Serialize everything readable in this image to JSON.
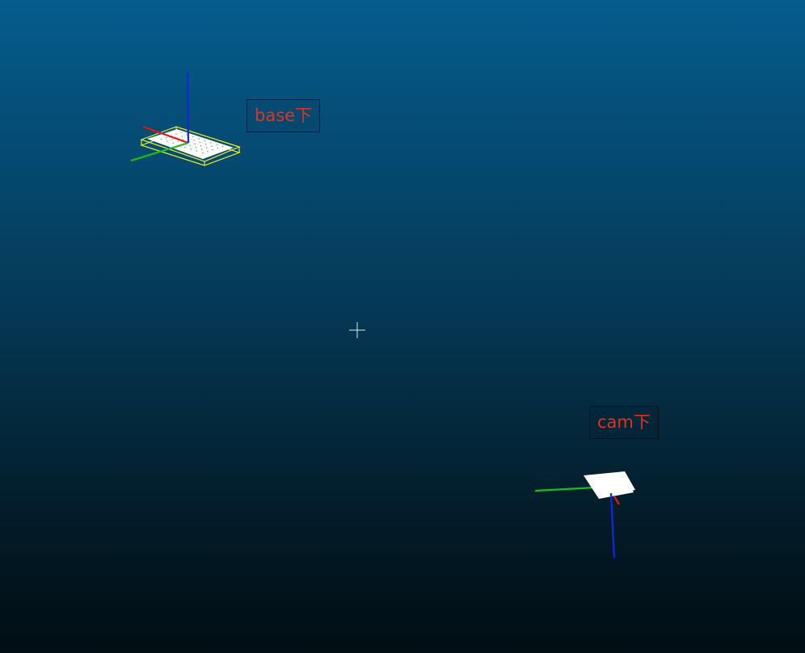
{
  "viewer": {
    "background_top": "#055c8d",
    "background_bottom": "#010d13",
    "center_marker": "crosshair"
  },
  "labels": {
    "base": {
      "text": "base下",
      "color": "#e8301a"
    },
    "cam": {
      "text": "cam下",
      "color": "#e8301a"
    }
  },
  "axis_colors": {
    "x": "#e01a10",
    "y": "#18c21a",
    "z": "#1028e0"
  },
  "point_cloud_color": "#ffffff",
  "bounding_box_color": "#f0f01c",
  "objects": [
    {
      "name": "base",
      "shows_axes": true,
      "shows_bounding_box": true
    },
    {
      "name": "cam",
      "shows_axes": true,
      "shows_bounding_box": false
    }
  ]
}
